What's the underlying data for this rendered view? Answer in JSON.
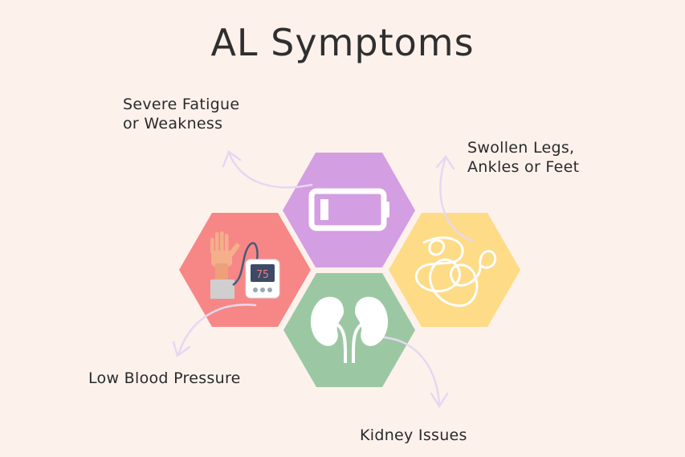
{
  "title": "AL Symptoms",
  "symptoms": {
    "fatigue": {
      "line1": "Severe Fatigue",
      "line2": "or Weakness",
      "icon": "battery-low-icon",
      "color": "#d49ee2"
    },
    "swollen": {
      "line1": "Swollen Legs,",
      "line2": "Ankles or Feet",
      "icon": "tangled-line-icon",
      "color": "#fedb86"
    },
    "blood_pressure": {
      "label": "Low Blood Pressure",
      "icon": "blood-pressure-monitor-icon",
      "color": "#f78786",
      "monitor_reading": "75"
    },
    "kidney": {
      "label": "Kidney Issues",
      "icon": "kidneys-icon",
      "color": "#9bc8a3"
    }
  },
  "colors": {
    "background": "#fdf1ec",
    "arrow": "#e6d8f2",
    "text": "#2a2a2a"
  }
}
